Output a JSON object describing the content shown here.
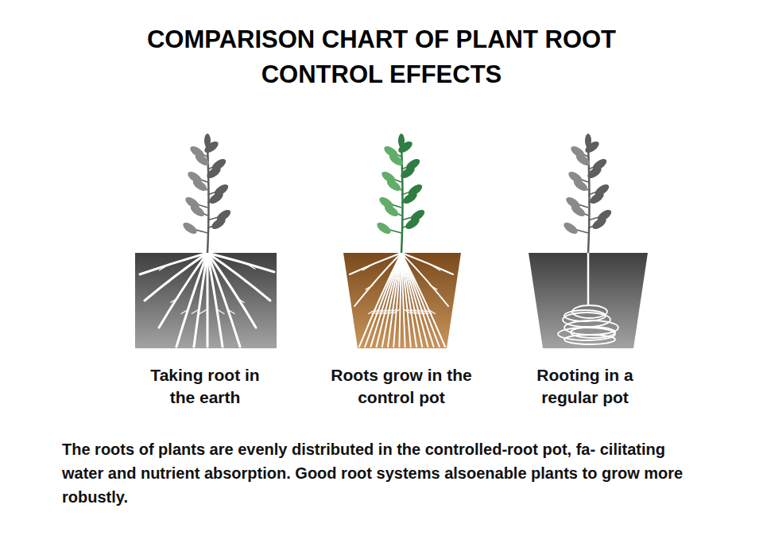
{
  "diagram": {
    "title": "COMPARISON CHART OF PLANT ROOT CONTROL EFFECTS",
    "caption": "The roots of plants are evenly distributed in the controlled-root pot, fa- cilitating water and nutrient absorption. Good root systems alsoenable plants to grow more robustly.",
    "labels": [
      "Taking root in the earth",
      "Roots grow in the control pot",
      "Rooting in a regular pot"
    ]
  }
}
